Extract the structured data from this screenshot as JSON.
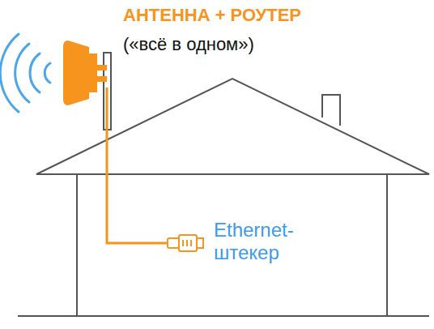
{
  "diagram": {
    "labels": [
      "АНТЕННА + РОУТЕР",
      "(«всё в одном»)",
      "Ethernet- штекер"
    ]
  }
}
